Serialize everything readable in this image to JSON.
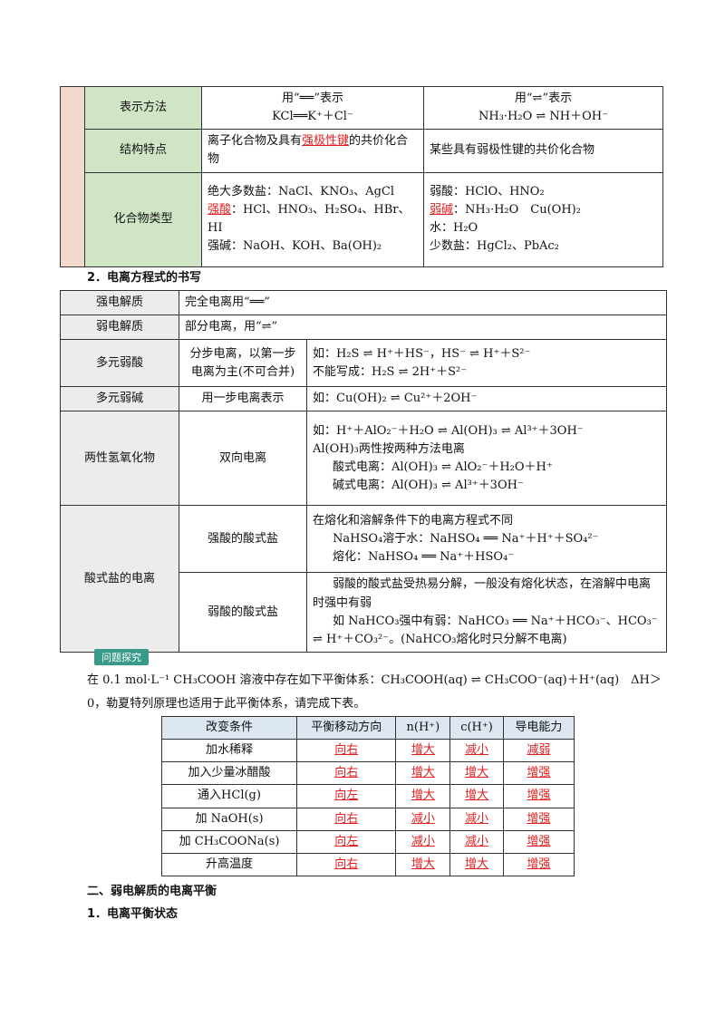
{
  "table1": {
    "rows": [
      {
        "label": "表示方法",
        "strong": [
          "用“══”表示",
          "KCl══K⁺＋Cl⁻"
        ],
        "weak": [
          "用“⇌”表示",
          "NH₃·H₂O ⇌ NH＋OH⁻"
        ]
      },
      {
        "label": "结构特点",
        "strong_pre": "离子化合物及具有",
        "strong_red": "强极性键",
        "strong_post": "的共价化合物",
        "weak": "某些具有弱极性键的共价化合物"
      },
      {
        "label": "化合物类型",
        "strong_l1": "绝大多数盐：NaCl、KNO₃、AgCl",
        "strong_l2_red": "强酸",
        "strong_l2_rest": "：HCl、HNO₃、H₂SO₄、HBr、HI",
        "strong_l3": "强碱：NaOH、KOH、Ba(OH)₂",
        "weak_l1": "弱酸：HClO、HNO₂",
        "weak_l2_red": "弱碱",
        "weak_l2_rest": "：NH₃·H₂O　Cu(OH)₂",
        "weak_l3": "水：H₂O",
        "weak_l4": "少数盐：HgCl₂、PbAc₂"
      }
    ]
  },
  "section2_title": "2．电离方程式的书写",
  "table2": {
    "strong_label": "强电解质",
    "strong_desc": "完全电离用“══”",
    "weak_label": "弱电解质",
    "weak_desc": "部分电离，用“⇌”",
    "polyacid_label": "多元弱酸",
    "polyacid_rule": "分步电离，以第一步电离为主(不可合并)",
    "polyacid_eq1": "如：H₂S ⇌ H⁺＋HS⁻，HS⁻ ⇌ H⁺＋S²⁻",
    "polyacid_eq2": "不能写成：H₂S ⇌ 2H⁺＋S²⁻",
    "polybase_label": "多元弱碱",
    "polybase_rule": "用一步电离表示",
    "polybase_eq": "如：Cu(OH)₂ ⇌ Cu²⁺＋2OH⁻",
    "amph_label": "两性氢氧化物",
    "amph_rule": "双向电离",
    "amph_l1": "如：H⁺＋AlO₂⁻＋H₂O ⇌ Al(OH)₃ ⇌ Al³⁺＋3OH⁻",
    "amph_l2": "Al(OH)₃两性按两种方法电离",
    "amph_l3": "酸式电离：Al(OH)₃ ⇌ AlO₂⁻＋H₂O＋H⁺",
    "amph_l4": "碱式电离：Al(OH)₃ ⇌ Al³⁺＋3OH⁻",
    "acidsalt_label": "酸式盐的电离",
    "strong_salt_label": "强酸的酸式盐",
    "ss_l1": "在熔化和溶解条件下的电离方程式不同",
    "ss_l2": "NaHSO₄溶于水：NaHSO₄ ══ Na⁺＋H⁺＋SO₄²⁻",
    "ss_l3": "熔化：NaHSO₄ ══ Na⁺＋HSO₄⁻",
    "weak_salt_label": "弱酸的酸式盐",
    "ws_l1": "弱酸的酸式盐受热易分解，一般没有熔化状态，在溶解中电离时强中有弱",
    "ws_l2": "如 NaHCO₃强中有弱：NaHCO₃ ══ Na⁺＋HCO₃⁻、HCO₃⁻ ⇌ H⁺＋CO₃²⁻。(NaHCO₃熔化时只分解不电离)"
  },
  "badge": "问题探究",
  "question": "在 0.1 mol·L⁻¹ CH₃COOH 溶液中存在如下平衡体系：CH₃COOH(aq) ⇌ CH₃COO⁻(aq)＋H⁺(aq)　ΔH＞0，勒夏特列原理也适用于此平衡体系，请完成下表。",
  "table3": {
    "headers": [
      "改变条件",
      "平衡移动方向",
      "n(H⁺)",
      "c(H⁺)",
      "导电能力"
    ],
    "rows": [
      [
        "加水稀释",
        "向右",
        "增大",
        "减小",
        "减弱"
      ],
      [
        "加入少量冰醋酸",
        "向右",
        "增大",
        "增大",
        "增强"
      ],
      [
        "通入HCl(g)",
        "向左",
        "增大",
        "增大",
        "增强"
      ],
      [
        "加 NaOH(s)",
        "向右",
        "减小",
        "减小",
        "增强"
      ],
      [
        "加 CH₃COONa(s)",
        "向左",
        "减小",
        "减小",
        "增强"
      ],
      [
        "升高温度",
        "向右",
        "增大",
        "增大",
        "增强"
      ]
    ]
  },
  "section_b_title": "二、弱电解质的电离平衡",
  "section_b1_title": "1．电离平衡状态"
}
